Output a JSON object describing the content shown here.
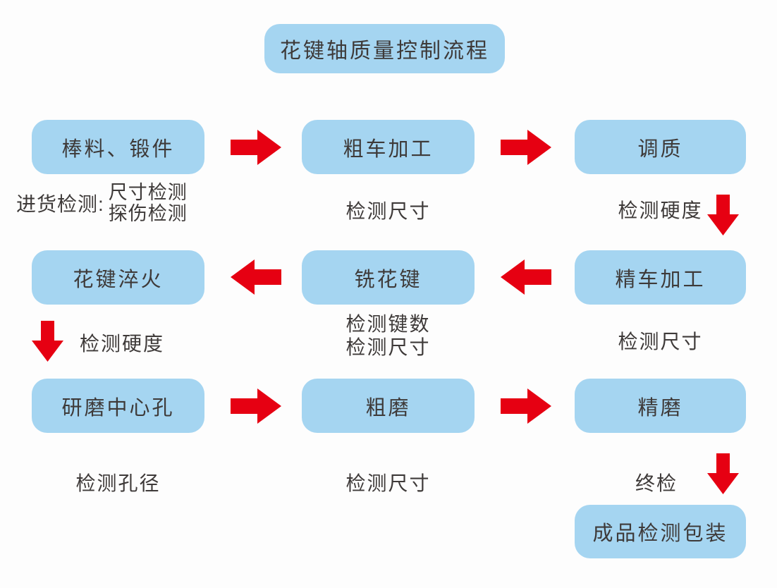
{
  "title": "花键轴质量控制流程",
  "colors": {
    "background": "#FDFDFD",
    "node_fill": "#A5D5F1",
    "arrow": "#E60012",
    "text": "#3E3A39"
  },
  "row1": {
    "box1": "棒料、锻件",
    "box2": "粗车加工",
    "box3": "调质",
    "label1_prefix": "进货检测:",
    "label1_line1": "尺寸检测",
    "label1_line2": "探伤检测",
    "label2": "检测尺寸",
    "label3": "检测硬度"
  },
  "row2": {
    "box1": "花键淬火",
    "box2": "铣花键",
    "box3": "精车加工",
    "label1": "检测硬度",
    "label2_line1": "检测键数",
    "label2_line2": "检测尺寸",
    "label3": "检测尺寸"
  },
  "row3": {
    "box1": "研磨中心孔",
    "box2": "粗磨",
    "box3": "精磨",
    "label1": "检测孔径",
    "label2": "检测尺寸",
    "label3": "终检"
  },
  "final": {
    "box": "成品检测包装"
  }
}
